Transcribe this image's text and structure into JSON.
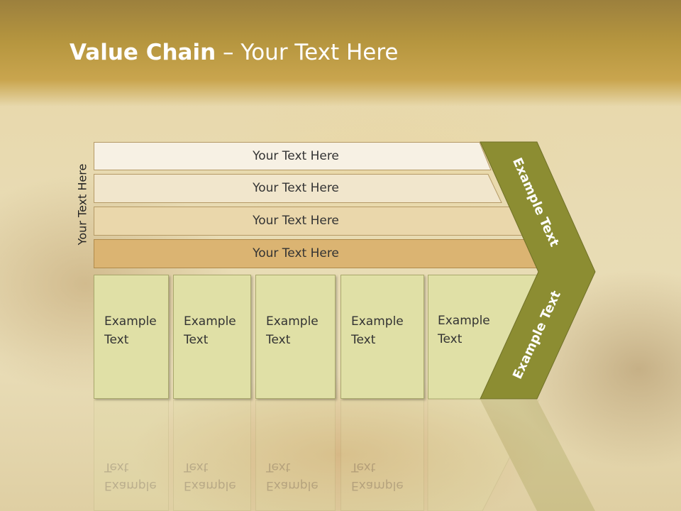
{
  "slide": {
    "title_bold": "Value Chain",
    "title_rest": " – Your Text Here",
    "side_label": "Your Text Here",
    "bands": [
      {
        "label": "Your Text Here",
        "color": "#f7f1e4"
      },
      {
        "label": "Your Text Here",
        "color": "#f1e6cc"
      },
      {
        "label": "Your Text Here",
        "color": "#ead7ab"
      },
      {
        "label": "Your Text Here",
        "color": "#dbb472"
      }
    ],
    "boxes": [
      {
        "text": "Example\nText"
      },
      {
        "text": "Example\nText"
      },
      {
        "text": "Example\nText"
      },
      {
        "text": "Example\nText"
      },
      {
        "text": "Example\nText"
      }
    ],
    "chevron_upper_label": "Example Text",
    "chevron_lower_label": "Example Text",
    "colors": {
      "header": "#b6963f",
      "chevron": "#8c8d32",
      "box_fill": "#e0e0a6",
      "box_border": "#a9a86c"
    }
  }
}
